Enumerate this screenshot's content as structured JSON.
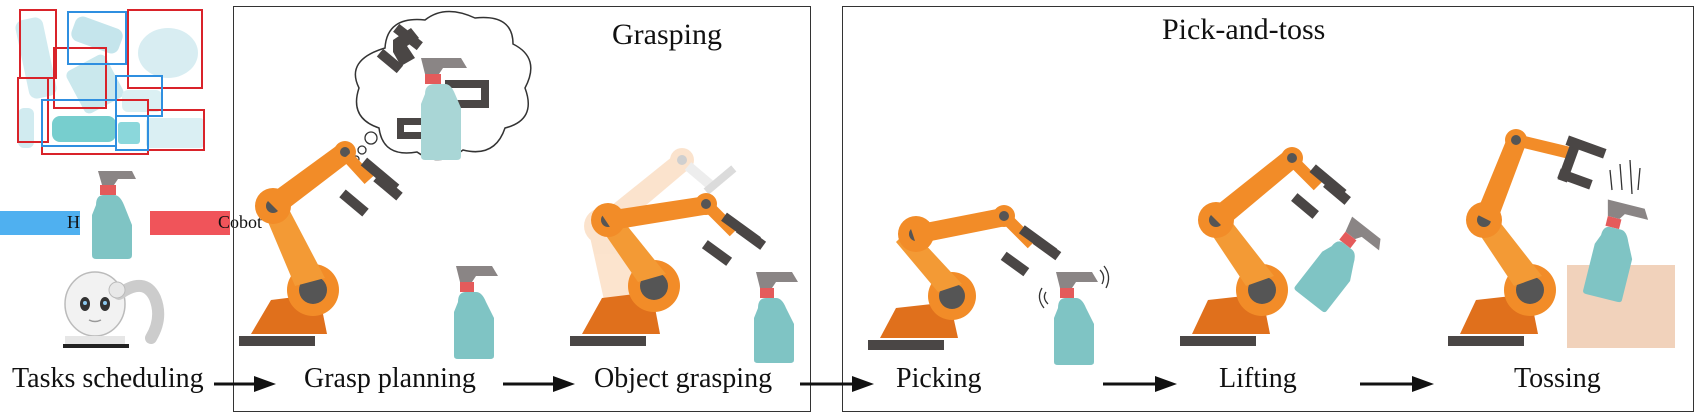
{
  "panels": {
    "grasping": {
      "title": "Grasping"
    },
    "pick_and_toss": {
      "title": "Pick-and-toss"
    }
  },
  "legend": {
    "h_label": "H",
    "cobot_label": "Cobot"
  },
  "steps": [
    "Tasks scheduling",
    "Grasp planning",
    "Object grasping",
    "Picking",
    "Lifting",
    "Tossing"
  ],
  "colors": {
    "robot_orange": "#f28c28",
    "robot_orange_dark": "#e0701c",
    "gripper": "#4a4645",
    "bottle": "#7fc4c4",
    "nozzle_red": "#e45b5b",
    "legend_blue": "#4fb0f0",
    "legend_red": "#f0545a",
    "toss_box": "#f0cdb4"
  }
}
